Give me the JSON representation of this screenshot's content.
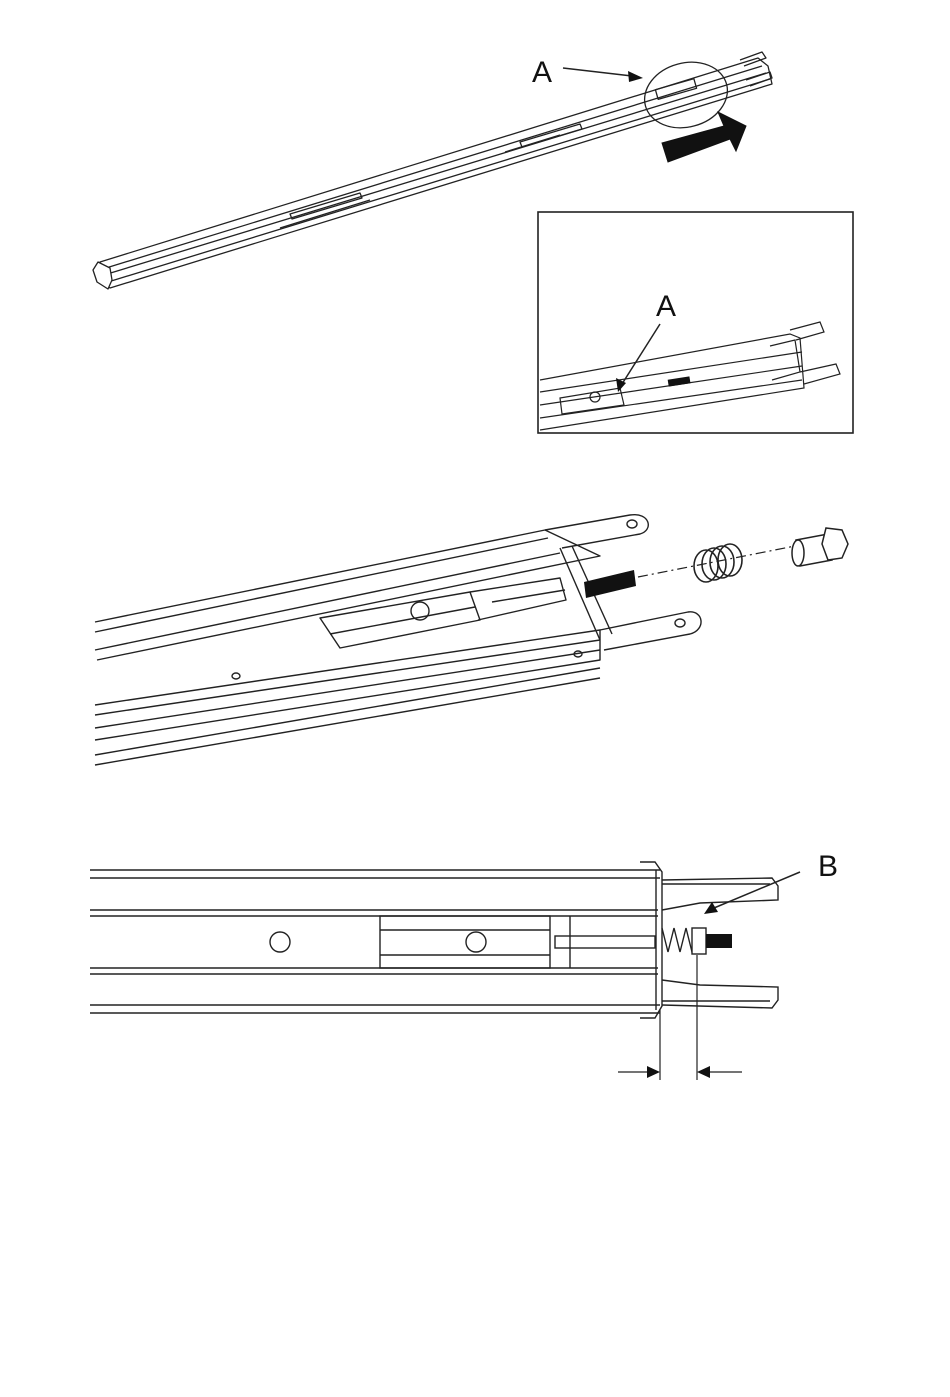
{
  "labels": {
    "overview_callout": "A",
    "inset_callout": "A",
    "detail_callout": "B"
  },
  "colors": {
    "line": "#222222",
    "arrow": "#111111",
    "background": "#ffffff"
  }
}
